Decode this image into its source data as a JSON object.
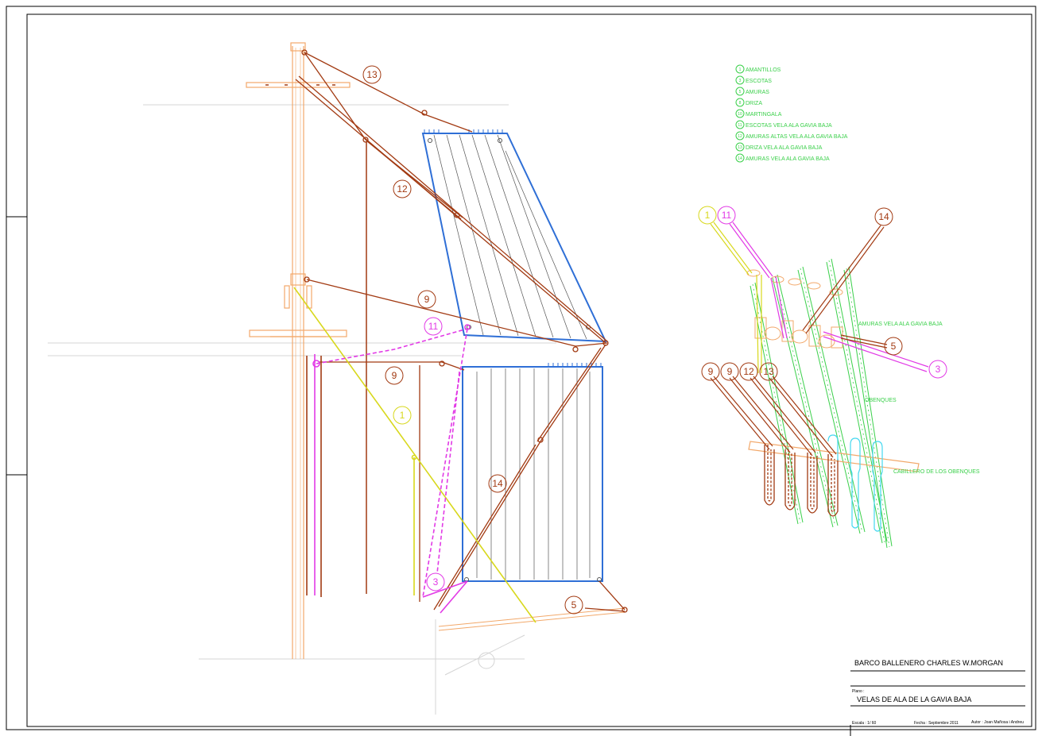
{
  "colors": {
    "frame": "#000000",
    "mast": "#f2a86a",
    "rope_brown": "#a23a12",
    "sail_blue": "#2f6fd6",
    "sail_hatch": "#555555",
    "magenta": "#e23ae6",
    "yellow": "#d8d81c",
    "green": "#3ad04a",
    "cyan": "#44d8f0",
    "grey": "#c8c8c8"
  },
  "legend": [
    {
      "num": "1",
      "text": "AMANTILLOS"
    },
    {
      "num": "3",
      "text": "ESCOTAS"
    },
    {
      "num": "5",
      "text": "AMURAS"
    },
    {
      "num": "8",
      "text": "DRIZA"
    },
    {
      "num": "10",
      "text": "MARTINGALA"
    },
    {
      "num": "11",
      "text": "ESCOTAS VELA ALA GAVIA BAJA"
    },
    {
      "num": "12",
      "text": "AMURAS ALTAS VELA ALA GAVIA BAJA"
    },
    {
      "num": "13",
      "text": "DRIZA VELA ALA GAVIA BAJA"
    },
    {
      "num": "14",
      "text": "AMURAS VELA ALA GAVIA BAJA"
    }
  ],
  "callouts": {
    "c13": "13",
    "c12": "12",
    "c9a": "9",
    "c11": "11",
    "c9b": "9",
    "c1": "1",
    "c14": "14",
    "c3": "3",
    "c5": "5",
    "d1": "1",
    "d11": "11",
    "d14": "14",
    "d5": "5",
    "d3": "3",
    "d9a": "9",
    "d9b": "9",
    "d12": "12",
    "d13": "13"
  },
  "detail_labels": {
    "amuras": "AMURAS VELA ALA GAVIA BAJA",
    "obenques": "OBENQUES",
    "cabillero": "CABILLERO DE LOS OBENQUES"
  },
  "title_block": {
    "ship": "BARCO BALLENERO CHARLES W.MORGAN",
    "plano_label": "Plano :",
    "plano": "VELAS DE ALA DE LA GAVIA BAJA",
    "escala": "Escala : 1/ 60",
    "fecha": "Fecha : Septiembre 2011",
    "autor": "Autor : Joan Mañosa i Andreu"
  }
}
